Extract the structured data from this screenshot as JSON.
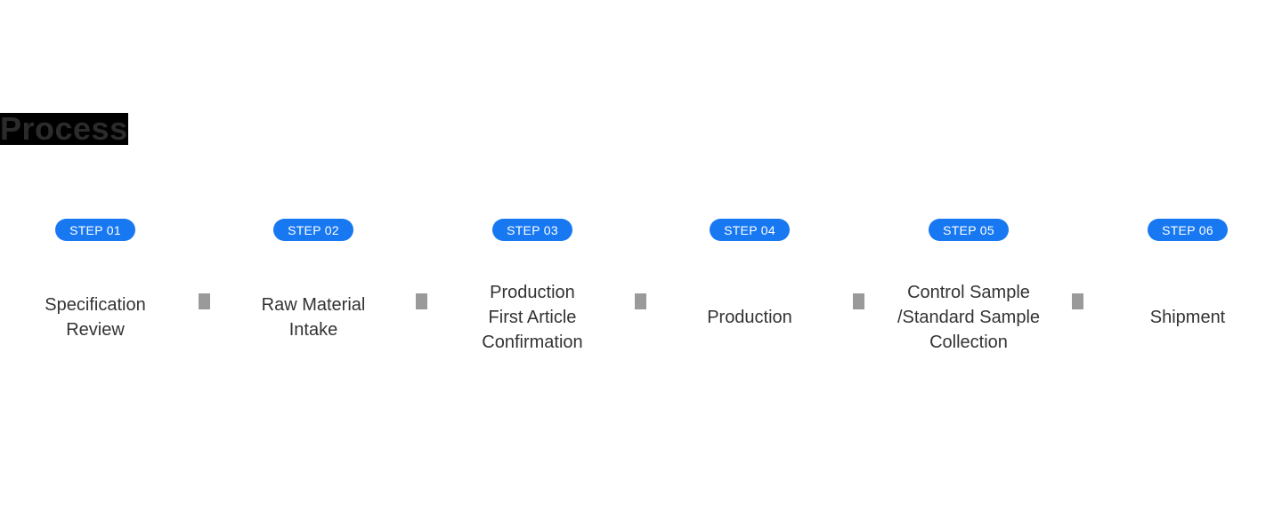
{
  "title": {
    "text": "Process",
    "highlight_color": "#000000",
    "text_color": "#2b2b2b"
  },
  "process": {
    "badge_color": "#1778f2",
    "badge_text_color": "#ffffff",
    "label_color": "#333333",
    "separator_color": "#9a9a9a",
    "steps": [
      {
        "badge": "STEP 01",
        "label": "Specification\nReview"
      },
      {
        "badge": "STEP 02",
        "label": "Raw Material\nIntake"
      },
      {
        "badge": "STEP 03",
        "label": "Production\nFirst Article\nConfirmation"
      },
      {
        "badge": "STEP 04",
        "label": "Production"
      },
      {
        "badge": "STEP 05",
        "label": "Control Sample\n/Standard Sample\nCollection"
      },
      {
        "badge": "STEP 06",
        "label": "Shipment"
      }
    ]
  }
}
